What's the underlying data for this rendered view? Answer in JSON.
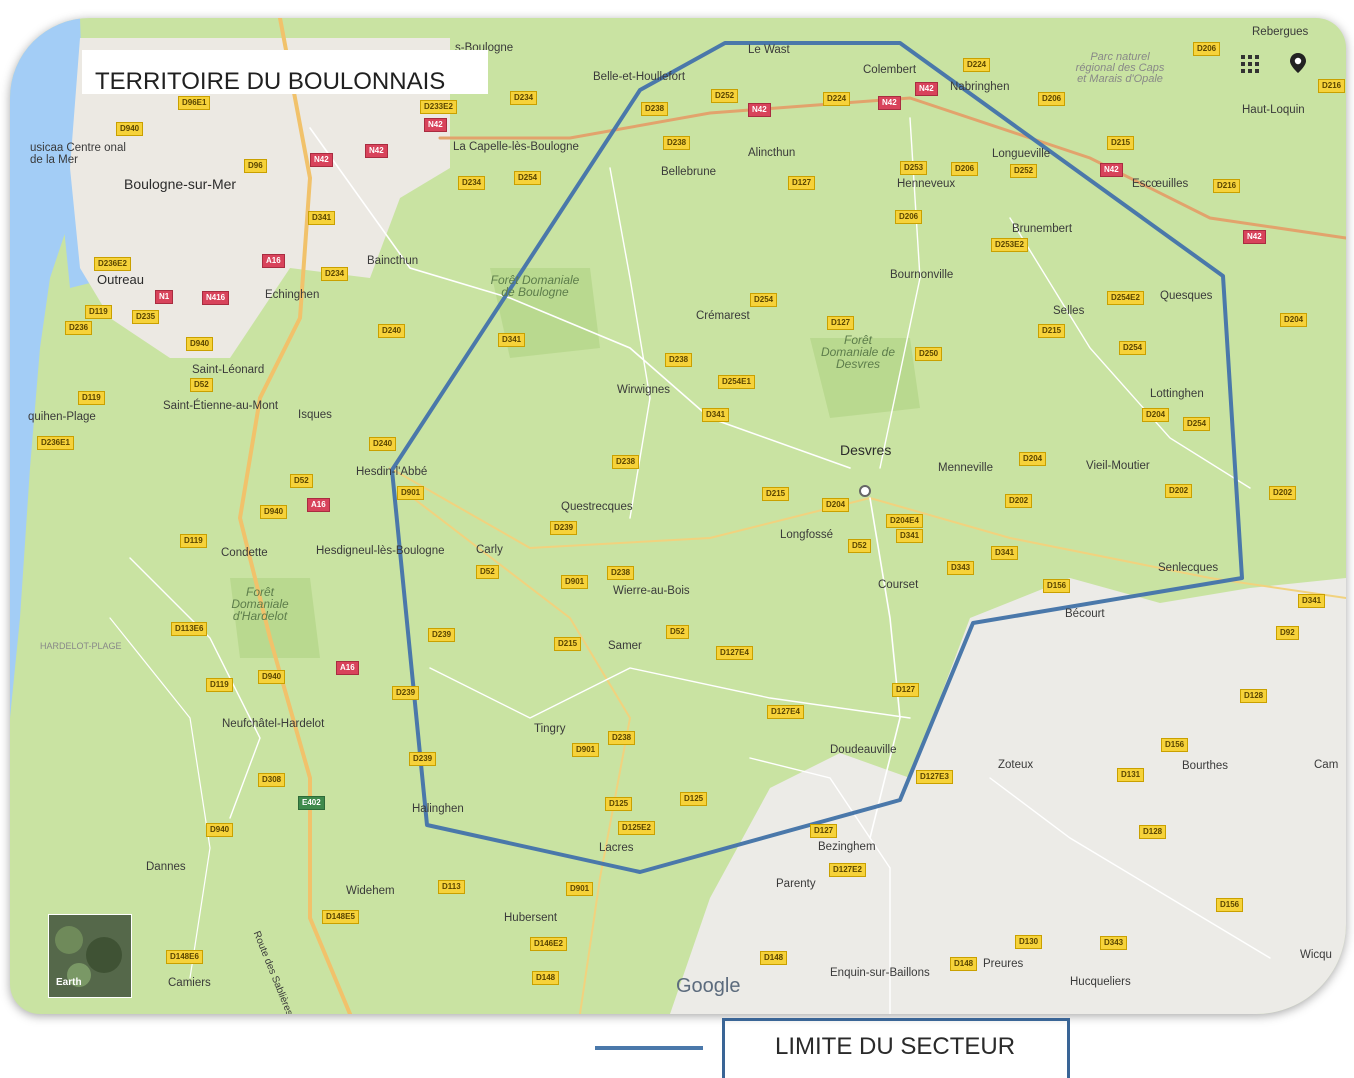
{
  "title": "TERRITOIRE DU BOULONNAIS",
  "legend": {
    "label": "LIMITE DU SECTEUR",
    "line_color": "#4a78aa"
  },
  "colors": {
    "land": "#c9e3a2",
    "sea": "#a3cdf6",
    "urban": "#ece9e3",
    "outside": "#ecebe7",
    "sector_boundary": "#4a78aa"
  },
  "attribution": {
    "brand": "Google",
    "layer_button": "Earth"
  },
  "icons": [
    "apps-grid-icon",
    "location-pin-icon"
  ],
  "places": {
    "boulogne_top": "s-Boulogne",
    "belle_et_houllefort": "Belle-et-Houllefort",
    "le_wast": "Le Wast",
    "colembert": "Colembert",
    "nabringhen": "Nabringhen",
    "parc_naturel": "Parc naturel régional des Caps et Marais d'Opale",
    "rebergues": "Rebergues",
    "haut_loquin": "Haut-Loquin",
    "nausicaa": "usicaa Centre onal de la Mer",
    "boulogne_sur_mer": "Boulogne-sur-Mer",
    "la_capelle": "La Capelle-lès-Boulogne",
    "alincthun": "Alincthun",
    "bellebrune": "Bellebrune",
    "longueville": "Longueville",
    "henneveux": "Henneveux",
    "escoeuilles": "Escœuilles",
    "brunembert": "Brunembert",
    "outreau": "Outreau",
    "baincthun": "Baincthun",
    "echinghen": "Echinghen",
    "foret_boulogne": "Forêt Domaniale de Boulogne",
    "bournonville": "Bournonville",
    "cremarest": "Crémarest",
    "selles": "Selles",
    "quesques": "Quesques",
    "foret_desvres": "Forêt Domaniale de Desvres",
    "saint_leonard": "Saint-Léonard",
    "saint_etienne": "Saint-Étienne-au-Mont",
    "isques": "Isques",
    "equihen": "quihen-Plage",
    "wirwignes": "Wirwignes",
    "lottinghen": "Lottinghen",
    "desvres": "Desvres",
    "hesdin_labbe": "Hesdin-l'Abbé",
    "menneville": "Menneville",
    "vieil_moutier": "Vieil-Moutier",
    "questrecques": "Questrecques",
    "longfosse": "Longfossé",
    "condette": "Condette",
    "hesdigneul": "Hesdigneul-lès-Boulogne",
    "carly": "Carly",
    "senlecques": "Senlecques",
    "wierre_au_bois": "Wierre-au-Bois",
    "courset": "Courset",
    "foret_hardelot": "Forêt Domaniale d'Hardelot",
    "becourt": "Bécourt",
    "hardelot_plage": "HARDELOT-PLAGE",
    "samer": "Samer",
    "neufchatel": "Neufchâtel-Hardelot",
    "tingry": "Tingry",
    "doudeauville": "Doudeauville",
    "zoteux": "Zoteux",
    "bourthes": "Bourthes",
    "cam": "Cam",
    "halinghen": "Halinghen",
    "lacres": "Lacres",
    "bezinghem": "Bezinghem",
    "dannes": "Dannes",
    "parenty": "Parenty",
    "widehem": "Widehem",
    "hubersent": "Hubersent",
    "camiers": "Camiers",
    "route_sablieres": "Route des Sablières",
    "enquin": "Enquin-sur-Baillons",
    "preures": "Preures",
    "hucqueliers": "Hucqueliers",
    "wicqui": "Wicqu"
  },
  "road_shields": [
    {
      "t": "D96E1",
      "k": "y"
    },
    {
      "t": "D233E2",
      "k": "y"
    },
    {
      "t": "D234",
      "k": "y"
    },
    {
      "t": "D238",
      "k": "y"
    },
    {
      "t": "D252",
      "k": "y"
    },
    {
      "t": "N42",
      "k": "r"
    },
    {
      "t": "D224",
      "k": "y"
    },
    {
      "t": "N42",
      "k": "r"
    },
    {
      "t": "N42",
      "k": "r"
    },
    {
      "t": "D224",
      "k": "y"
    },
    {
      "t": "D206",
      "k": "y"
    },
    {
      "t": "D206",
      "k": "y"
    },
    {
      "t": "D216",
      "k": "y"
    },
    {
      "t": "D940",
      "k": "y"
    },
    {
      "t": "N42",
      "k": "r"
    },
    {
      "t": "N42",
      "k": "r"
    },
    {
      "t": "N42",
      "k": "r"
    },
    {
      "t": "D96",
      "k": "y"
    },
    {
      "t": "D238",
      "k": "y"
    },
    {
      "t": "D234",
      "k": "y"
    },
    {
      "t": "D254",
      "k": "y"
    },
    {
      "t": "D127",
      "k": "y"
    },
    {
      "t": "D253",
      "k": "y"
    },
    {
      "t": "D206",
      "k": "y"
    },
    {
      "t": "D252",
      "k": "y"
    },
    {
      "t": "D215",
      "k": "y"
    },
    {
      "t": "N42",
      "k": "r"
    },
    {
      "t": "D216",
      "k": "y"
    },
    {
      "t": "D341",
      "k": "y"
    },
    {
      "t": "D206",
      "k": "y"
    },
    {
      "t": "D253E2",
      "k": "y"
    },
    {
      "t": "N42",
      "k": "r"
    },
    {
      "t": "D236E2",
      "k": "y"
    },
    {
      "t": "A16",
      "k": "r"
    },
    {
      "t": "D234",
      "k": "y"
    },
    {
      "t": "N1",
      "k": "r"
    },
    {
      "t": "N416",
      "k": "r"
    },
    {
      "t": "D119",
      "k": "y"
    },
    {
      "t": "D235",
      "k": "y"
    },
    {
      "t": "D236",
      "k": "y"
    },
    {
      "t": "D240",
      "k": "y"
    },
    {
      "t": "D254",
      "k": "y"
    },
    {
      "t": "D127",
      "k": "y"
    },
    {
      "t": "D254E2",
      "k": "y"
    },
    {
      "t": "D215",
      "k": "y"
    },
    {
      "t": "D204",
      "k": "y"
    },
    {
      "t": "D940",
      "k": "y"
    },
    {
      "t": "D341",
      "k": "y"
    },
    {
      "t": "D238",
      "k": "y"
    },
    {
      "t": "D250",
      "k": "y"
    },
    {
      "t": "D254",
      "k": "y"
    },
    {
      "t": "D52",
      "k": "y"
    },
    {
      "t": "D254E1",
      "k": "y"
    },
    {
      "t": "D119",
      "k": "y"
    },
    {
      "t": "D341",
      "k": "y"
    },
    {
      "t": "D204",
      "k": "y"
    },
    {
      "t": "D254",
      "k": "y"
    },
    {
      "t": "D236E1",
      "k": "y"
    },
    {
      "t": "D240",
      "k": "y"
    },
    {
      "t": "D238",
      "k": "y"
    },
    {
      "t": "D204",
      "k": "y"
    },
    {
      "t": "D52",
      "k": "y"
    },
    {
      "t": "D901",
      "k": "y"
    },
    {
      "t": "D215",
      "k": "y"
    },
    {
      "t": "D202",
      "k": "y"
    },
    {
      "t": "D202",
      "k": "y"
    },
    {
      "t": "D202",
      "k": "y"
    },
    {
      "t": "D940",
      "k": "y"
    },
    {
      "t": "A16",
      "k": "r"
    },
    {
      "t": "D204",
      "k": "y"
    },
    {
      "t": "D204E4",
      "k": "y"
    },
    {
      "t": "D239",
      "k": "y"
    },
    {
      "t": "D341",
      "k": "y"
    },
    {
      "t": "D119",
      "k": "y"
    },
    {
      "t": "D52",
      "k": "y"
    },
    {
      "t": "D341",
      "k": "y"
    },
    {
      "t": "D52",
      "k": "y"
    },
    {
      "t": "D901",
      "k": "y"
    },
    {
      "t": "D238",
      "k": "y"
    },
    {
      "t": "D343",
      "k": "y"
    },
    {
      "t": "D156",
      "k": "y"
    },
    {
      "t": "D341",
      "k": "y"
    },
    {
      "t": "D113E6",
      "k": "y"
    },
    {
      "t": "D239",
      "k": "y"
    },
    {
      "t": "D215",
      "k": "y"
    },
    {
      "t": "D52",
      "k": "y"
    },
    {
      "t": "D127E4",
      "k": "y"
    },
    {
      "t": "D92",
      "k": "y"
    },
    {
      "t": "A16",
      "k": "r"
    },
    {
      "t": "D119",
      "k": "y"
    },
    {
      "t": "D940",
      "k": "y"
    },
    {
      "t": "D239",
      "k": "y"
    },
    {
      "t": "D127",
      "k": "y"
    },
    {
      "t": "D128",
      "k": "y"
    },
    {
      "t": "D127E4",
      "k": "y"
    },
    {
      "t": "D238",
      "k": "y"
    },
    {
      "t": "D901",
      "k": "y"
    },
    {
      "t": "D156",
      "k": "y"
    },
    {
      "t": "D239",
      "k": "y"
    },
    {
      "t": "D308",
      "k": "y"
    },
    {
      "t": "D127E3",
      "k": "y"
    },
    {
      "t": "D131",
      "k": "y"
    },
    {
      "t": "E402",
      "k": "g"
    },
    {
      "t": "D125",
      "k": "y"
    },
    {
      "t": "D125",
      "k": "y"
    },
    {
      "t": "D940",
      "k": "y"
    },
    {
      "t": "D125E2",
      "k": "y"
    },
    {
      "t": "D127",
      "k": "y"
    },
    {
      "t": "D128",
      "k": "y"
    },
    {
      "t": "D127E2",
      "k": "y"
    },
    {
      "t": "D113",
      "k": "y"
    },
    {
      "t": "D901",
      "k": "y"
    },
    {
      "t": "D148E5",
      "k": "y"
    },
    {
      "t": "D156",
      "k": "y"
    },
    {
      "t": "D130",
      "k": "y"
    },
    {
      "t": "D343",
      "k": "y"
    },
    {
      "t": "D146E2",
      "k": "y"
    },
    {
      "t": "D148E6",
      "k": "y"
    },
    {
      "t": "D148",
      "k": "y"
    },
    {
      "t": "D148",
      "k": "y"
    },
    {
      "t": "D148",
      "k": "y"
    }
  ]
}
